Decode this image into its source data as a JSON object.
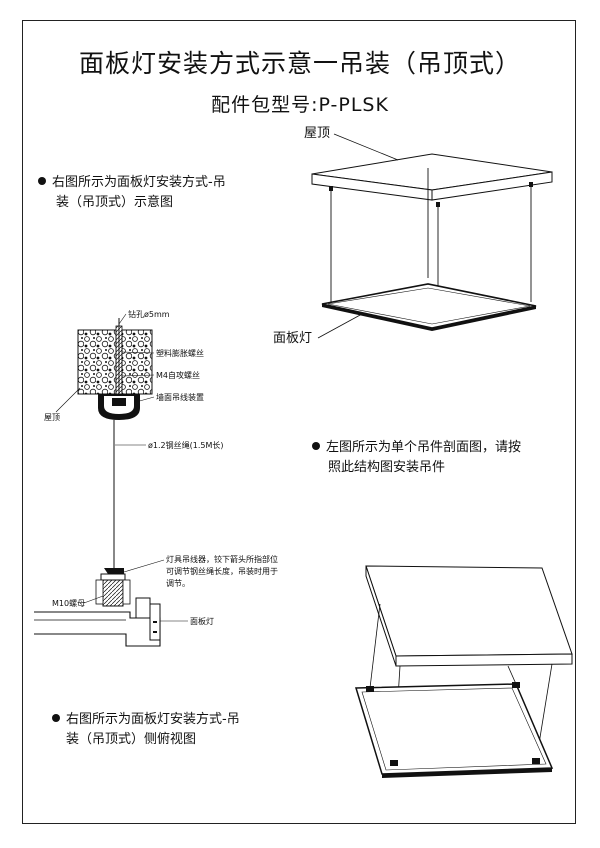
{
  "header": {
    "title": "面板灯安装方式示意一吊装（吊顶式）",
    "subtitle": "配件包型号:P-PLSK"
  },
  "notes": {
    "top_left_line1": "右图所示为面板灯安装方式-吊",
    "top_left_line2": "装（吊顶式）示意图",
    "middle_right_line1": "左图所示为单个吊件剖面图，请按",
    "middle_right_line2": "照此结构图安装吊件",
    "bottom_left_line1": "右图所示为面板灯安装方式-吊",
    "bottom_left_line2": "装（吊顶式）侧俯视图"
  },
  "top_diagram": {
    "ceiling_label": "屋顶",
    "panel_label": "面板灯"
  },
  "section_diagram": {
    "drill_label": "钻孔ø5mm",
    "anchor_label": "塑料膨胀螺丝",
    "screw_label": "M4自攻螺丝",
    "ceiling_label": "屋顶",
    "wall_fitting_label": "墙面吊线装置",
    "wire_label": "ø1.2钢丝绳(1.5M长)",
    "gripper_line1": "灯具吊线器，铰下箭头所指部位",
    "gripper_line2": "可调节钢丝绳长度，吊装时用于",
    "gripper_line3": "调节。",
    "nut_label": "M10螺母",
    "panel_label": "面板灯"
  }
}
